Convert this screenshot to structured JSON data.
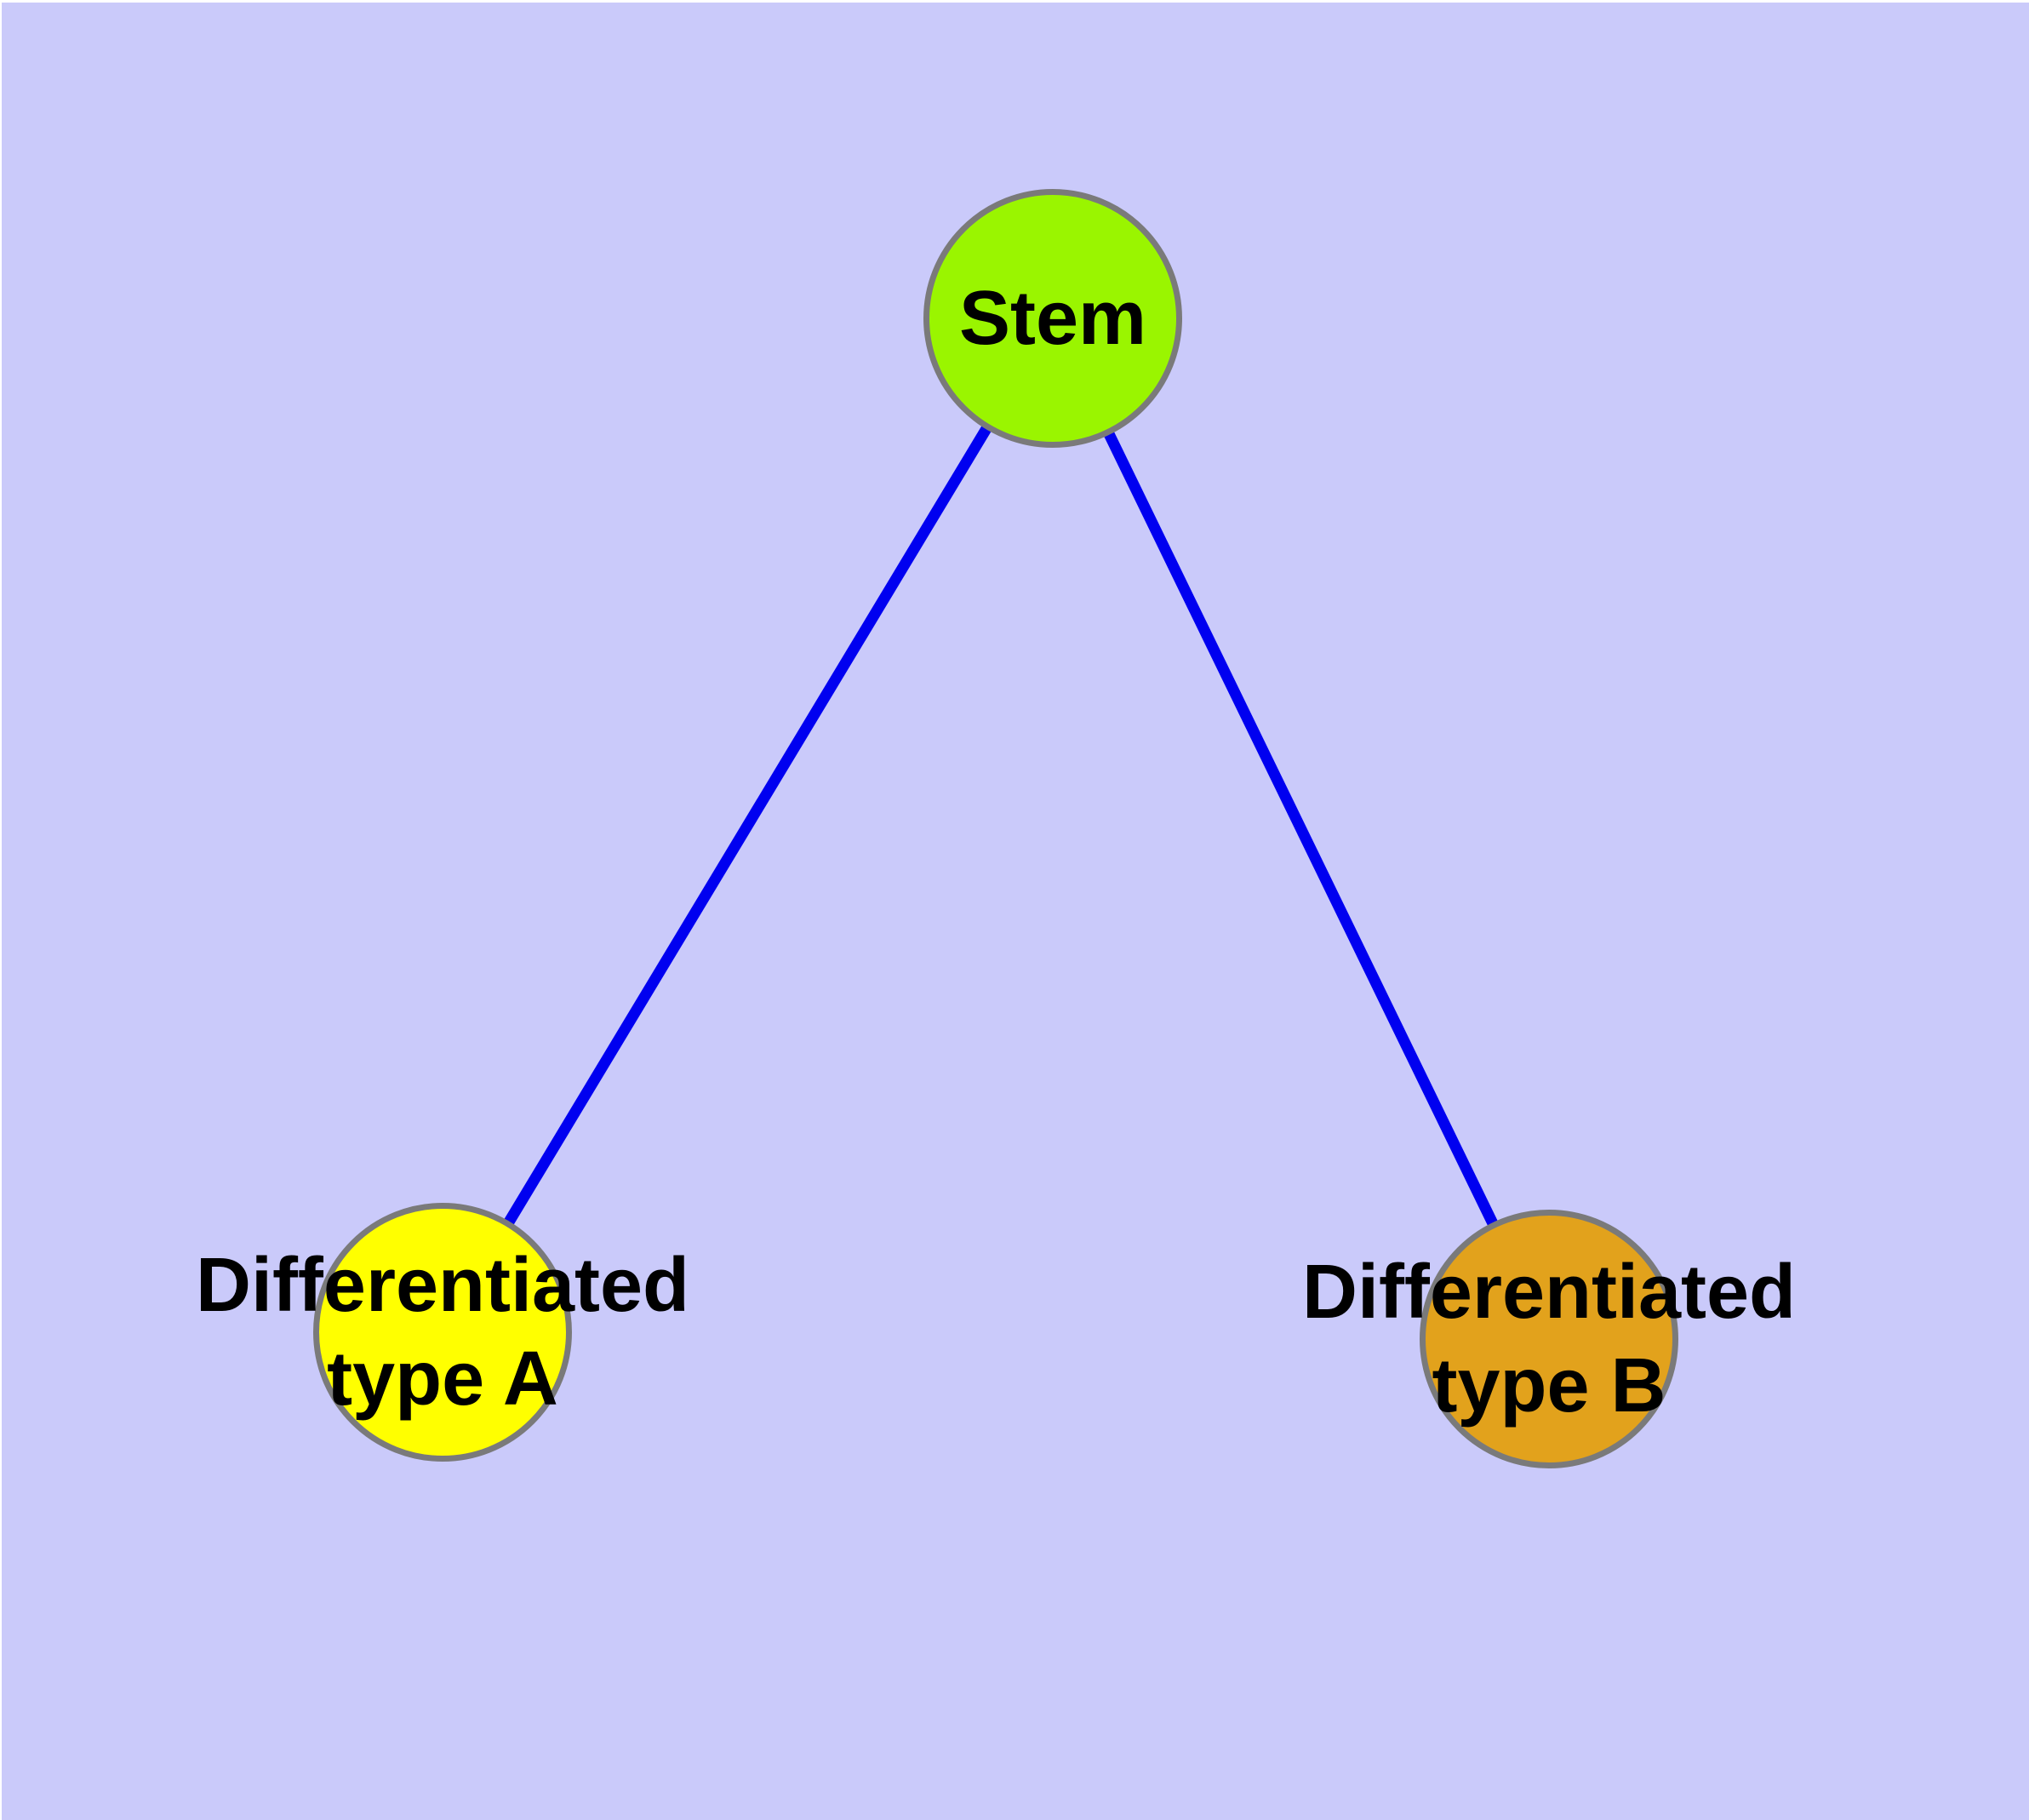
{
  "diagram": {
    "background_color": "#CACAFA",
    "node_border_color": "#7A7A7A",
    "text_color": "#000000",
    "nodes": {
      "stem": {
        "label": "Stem",
        "fill": "#9AF500"
      },
      "type_a": {
        "label": "Differentiated\ntype A",
        "fill": "#FFFF00"
      },
      "type_b": {
        "label": "Differentiated\ntype B",
        "fill": "#E2A21C"
      }
    },
    "edges": {
      "color": "#0000F0",
      "items": [
        {
          "from": "Stem",
          "to": "Differentiated type A"
        },
        {
          "from": "Stem",
          "to": "Differentiated type B"
        }
      ]
    }
  }
}
